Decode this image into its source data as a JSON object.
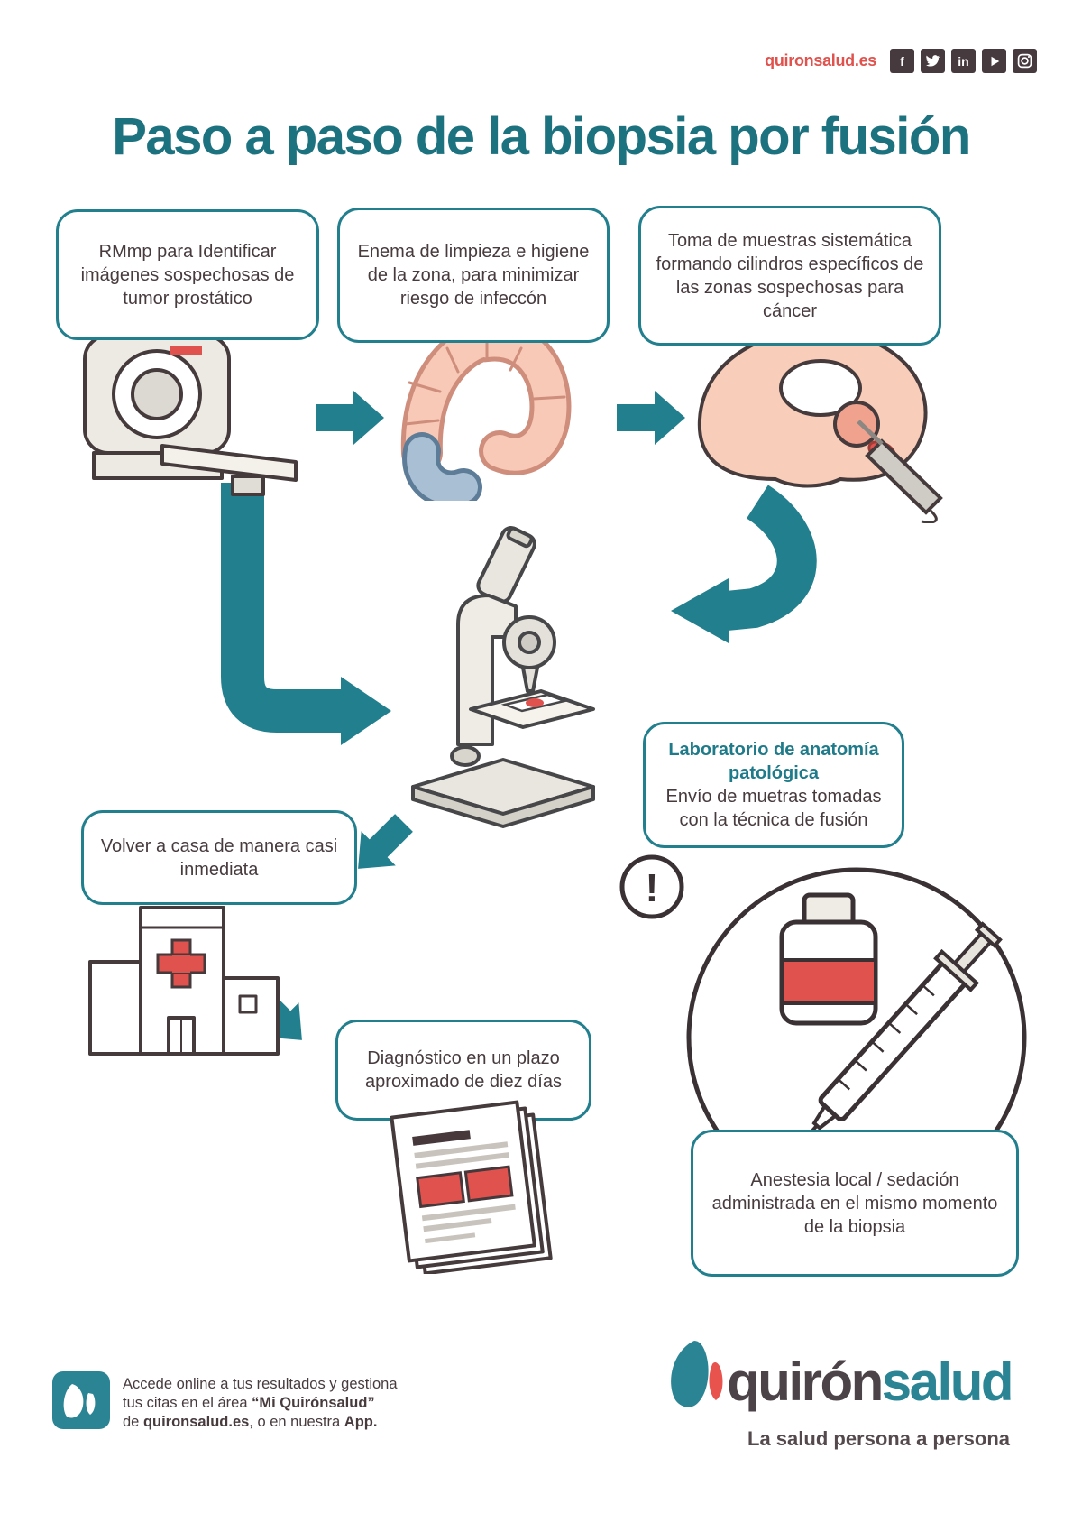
{
  "header": {
    "site_label": "quironsalud.es",
    "social": [
      {
        "name": "facebook",
        "glyph": "f"
      },
      {
        "name": "twitter",
        "glyph": ""
      },
      {
        "name": "linkedin",
        "glyph": "in"
      },
      {
        "name": "youtube",
        "glyph": ""
      },
      {
        "name": "instagram",
        "glyph": ""
      }
    ]
  },
  "title": "Paso a paso de la biopsia por fusión",
  "steps": [
    {
      "text": "RMmp para Identificar imágenes sospechosas de tumor prostático",
      "illustration": "mri-scanner"
    },
    {
      "text": "Enema de limpieza e higiene de la zona, para minimizar riesgo de infeccón",
      "illustration": "colon"
    },
    {
      "text": "Toma de muestras sistemática formando cilindros específicos de las zonas sospechosas para cáncer",
      "illustration": "prostate-biopsy"
    }
  ],
  "lab_box": {
    "title": "Laboratorio de anatomía patológica",
    "body": "Envío de muetras tomadas con la técnica de fusión"
  },
  "home_box": {
    "text": "Volver a casa de manera casi inmediata"
  },
  "diagnosis_box": {
    "text": "Diagnóstico en un plazo aproximado de diez días"
  },
  "anesthesia_box": {
    "text": "Anestesia local / sedación administrada en el mismo momento de la biopsia"
  },
  "footer": {
    "note_line1": "Accede online a tus resultados y gestiona",
    "note_line2_pre": "tus citas en el área ",
    "note_line2_bold": "“Mi Quirónsalud”",
    "note_line3_pre": "de ",
    "note_line3_bold1": "quironsalud.es",
    "note_line3_mid": ", o en nuestra ",
    "note_line3_bold2": "App.",
    "logo_part1": "quirón",
    "logo_part2": "salud",
    "tagline": "La salud persona a persona"
  },
  "colors": {
    "teal": "#227f8e",
    "red": "#e0524d",
    "ink": "#473b3e",
    "flesh_pink": "#f7c9b6",
    "blue_gray": "#a9bfd3",
    "social_bg": "#463a3e"
  }
}
